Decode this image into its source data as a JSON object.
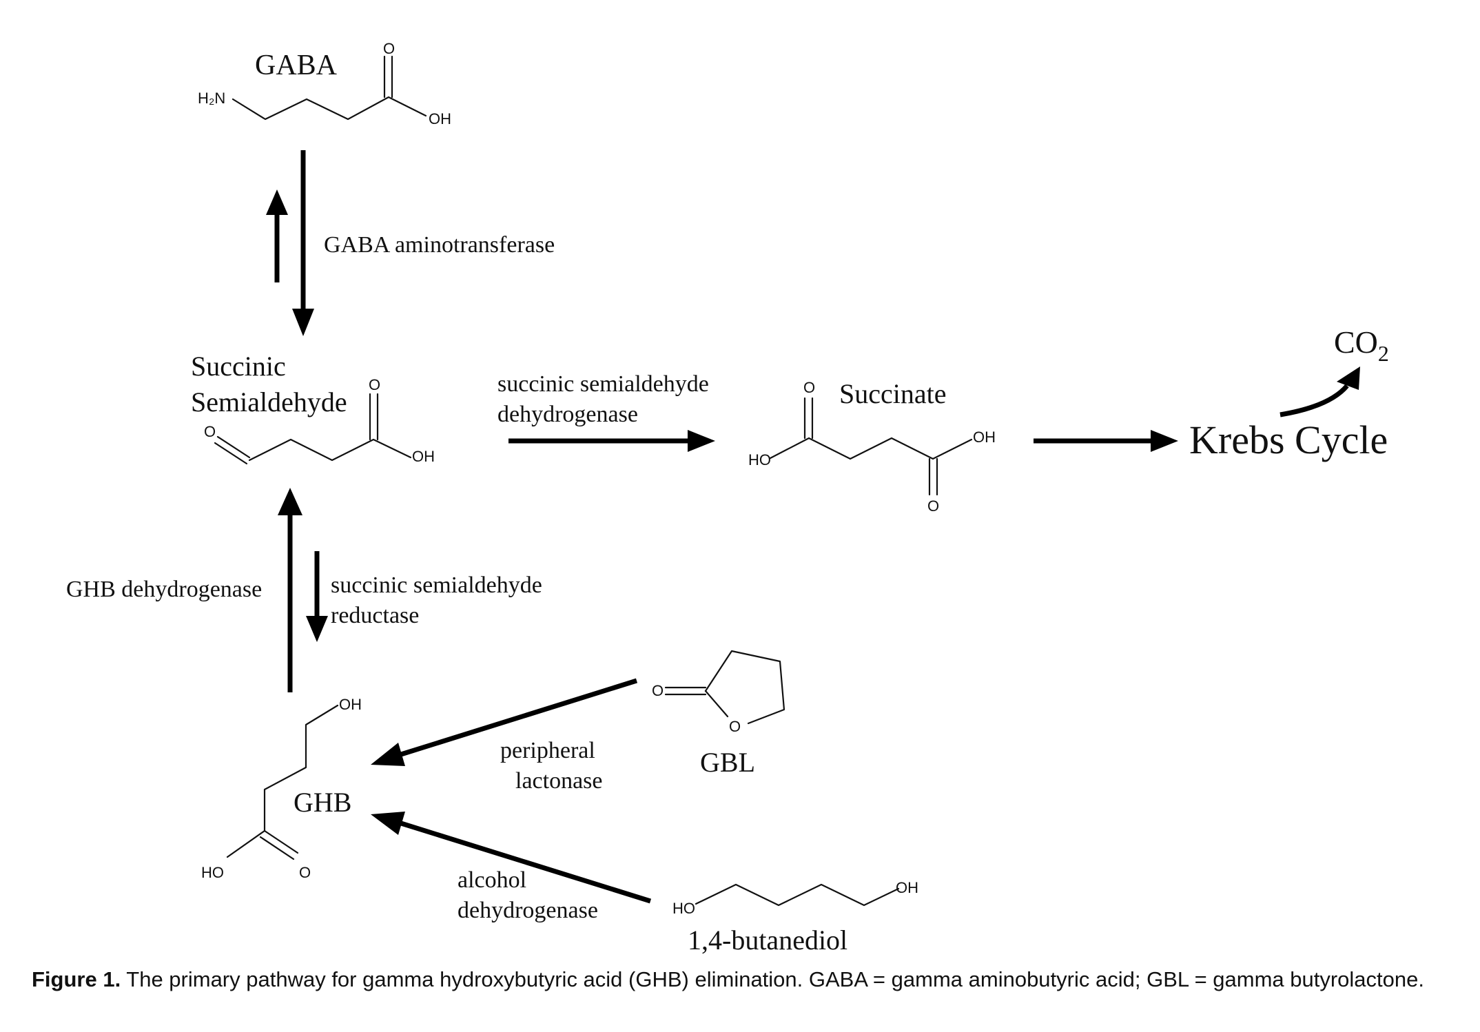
{
  "molecules": {
    "gaba": {
      "name": "GABA",
      "atoms": {
        "amine": "H₂N",
        "carbonyl_o": "O",
        "hydroxyl": "OH"
      }
    },
    "ssa": {
      "name_line1": "Succinic",
      "name_line2": "Semialdehyde",
      "atoms": {
        "aldehyde_o": "O",
        "carbonyl_o": "O",
        "hydroxyl": "OH"
      }
    },
    "succinate": {
      "name": "Succinate",
      "atoms": {
        "top_o": "O",
        "left_ho": "HO",
        "right_oh": "OH",
        "bottom_o": "O"
      }
    },
    "krebs": "Krebs Cycle",
    "co2": {
      "base": "CO",
      "subscript": "2"
    },
    "ghb": {
      "name": "GHB",
      "atoms": {
        "hydroxyl": "OH",
        "acid_ho": "HO",
        "carbonyl_o": "O"
      }
    },
    "gbl": {
      "name": "GBL",
      "atoms": {
        "carbonyl_o": "O",
        "ring_o": "O"
      }
    },
    "butanediol": {
      "name": "1,4-butanediol",
      "atoms": {
        "left_ho": "HO",
        "right_oh": "OH"
      }
    }
  },
  "enzymes": {
    "gaba_aminotransferase": "GABA aminotransferase",
    "ssadh_line1": "succinic semialdehyde",
    "ssadh_line2": "dehydrogenase",
    "ghb_dehydrogenase": "GHB dehydrogenase",
    "ssr_line1": "succinic semialdehyde",
    "ssr_line2": "reductase",
    "lactonase_line1": "peripheral",
    "lactonase_line2": "lactonase",
    "adh_line1": "alcohol",
    "adh_line2": "dehydrogenase"
  },
  "caption": {
    "label": "Figure 1.",
    "text": "The primary pathway for gamma hydroxybutyric acid (GHB) elimination. GABA = gamma aminobutyric acid; GBL = gamma butyrolactone."
  }
}
